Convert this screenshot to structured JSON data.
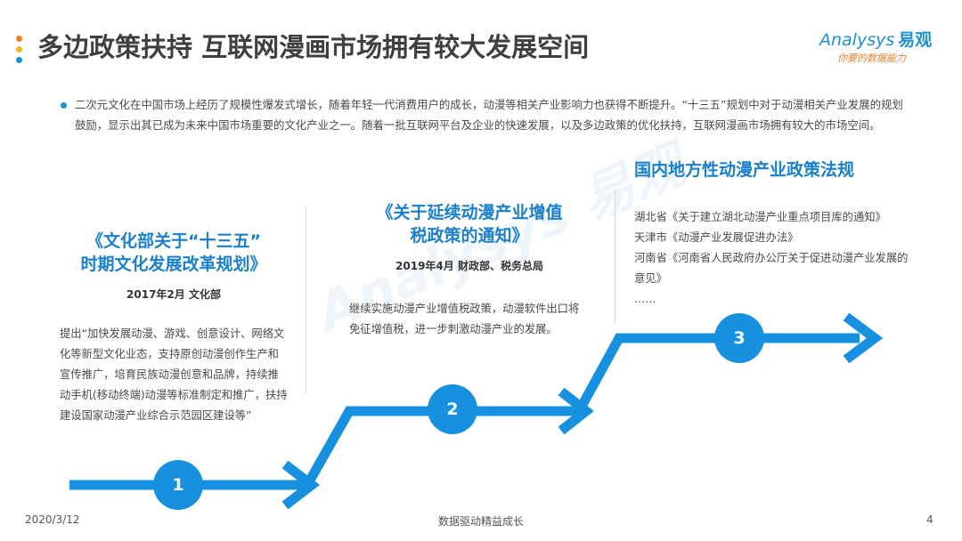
{
  "title": "多边政策扶持 互联网漫画市场拥有较大发展空间",
  "logo": {
    "brand": "Analysys",
    "brand_cn": "易观",
    "slogan": "你要的数据能力"
  },
  "intro": "二次元文化在中国市场上经历了规模性爆发式增长，随着年轻一代消费用户的成长，动漫等相关产业影响力也获得不断提升。“十三五”规划中对于动漫相关产业发展的规划鼓励，显示出其已成为未来中国市场重要的文化产业之一。随着一批互联网平台及企业的快速发展，以及多边政策的优化扶持，互联网漫画市场拥有较大的市场空间。",
  "policies": [
    {
      "number": "1",
      "title_line1": "《文化部关于“十三五”",
      "title_line2": "时期文化发展改革规划》",
      "meta": "2017年2月  文化部",
      "body": "提出“加快发展动漫、游戏、创意设计、网络文化等新型文化业态，支持原创动漫创作生产和宣传推广，培育民族动漫创意和品牌，持续推动手机(移动终端)动漫等标准制定和推广，扶持建设国家动漫产业综合示范园区建设等”"
    },
    {
      "number": "2",
      "title_line1": "《关于延续动漫产业增值",
      "title_line2": "税政策的通知》",
      "meta": "2019年4月  财政部、税务总局",
      "body": "继续实施动漫产业增值税政策，动漫软件出口将免征增值税，进一步刺激动漫产业的发展。"
    },
    {
      "number": "3",
      "title_line1": "国内地方性动漫产业政策法规",
      "items": [
        "湖北省《关于建立湖北动漫产业重点项目库的通知》",
        "天津市《动漫产业发展促进办法》",
        "河南省《河南省人民政府办公厅关于促进动漫产业发展的意见》",
        "……"
      ]
    }
  ],
  "watermark": "Analysys 易观",
  "footer": {
    "date": "2020/3/12",
    "center": "数据驱动精益成长",
    "page": "4"
  },
  "colors": {
    "accent": "#1790e0",
    "title_blue": "#1a7fcc",
    "orange": "#e9812b"
  }
}
